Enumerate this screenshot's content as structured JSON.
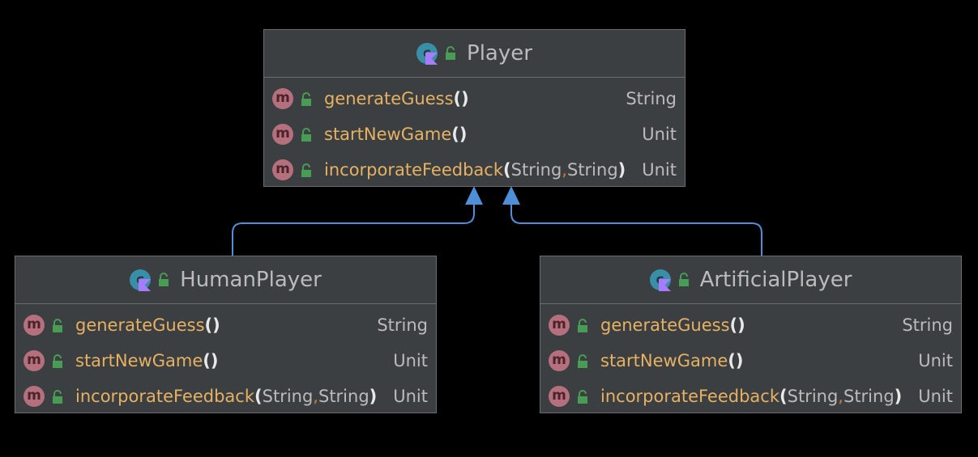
{
  "diagram": {
    "classes": [
      {
        "id": "player",
        "name": "Player",
        "members": [
          {
            "name": "generateGuess",
            "params": [],
            "type": "String"
          },
          {
            "name": "startNewGame",
            "params": [],
            "type": "Unit"
          },
          {
            "name": "incorporateFeedback",
            "params": [
              "String",
              "String"
            ],
            "type": "Unit"
          }
        ]
      },
      {
        "id": "human-player",
        "name": "HumanPlayer",
        "members": [
          {
            "name": "generateGuess",
            "params": [],
            "type": "String"
          },
          {
            "name": "startNewGame",
            "params": [],
            "type": "Unit"
          },
          {
            "name": "incorporateFeedback",
            "params": [
              "String",
              "String"
            ],
            "type": "Unit"
          }
        ]
      },
      {
        "id": "artificial-player",
        "name": "ArtificialPlayer",
        "members": [
          {
            "name": "generateGuess",
            "params": [],
            "type": "String"
          },
          {
            "name": "startNewGame",
            "params": [],
            "type": "Unit"
          },
          {
            "name": "incorporateFeedback",
            "params": [
              "String",
              "String"
            ],
            "type": "Unit"
          }
        ]
      }
    ],
    "edges": [
      {
        "from": "HumanPlayer",
        "to": "Player",
        "kind": "inheritance"
      },
      {
        "from": "ArtificialPlayer",
        "to": "Player",
        "kind": "inheritance"
      }
    ],
    "icons": {
      "class_icon": "kotlin-class-icon",
      "method_icon": "method-icon",
      "visibility_icon": "public-lock-icon"
    },
    "colors": {
      "background": "#000000",
      "box_fill": "#3c3f41",
      "box_border": "#6a6d70",
      "method_name": "#e6b163",
      "type_text": "#bbbbbb",
      "edge": "#4e8fd8"
    }
  }
}
